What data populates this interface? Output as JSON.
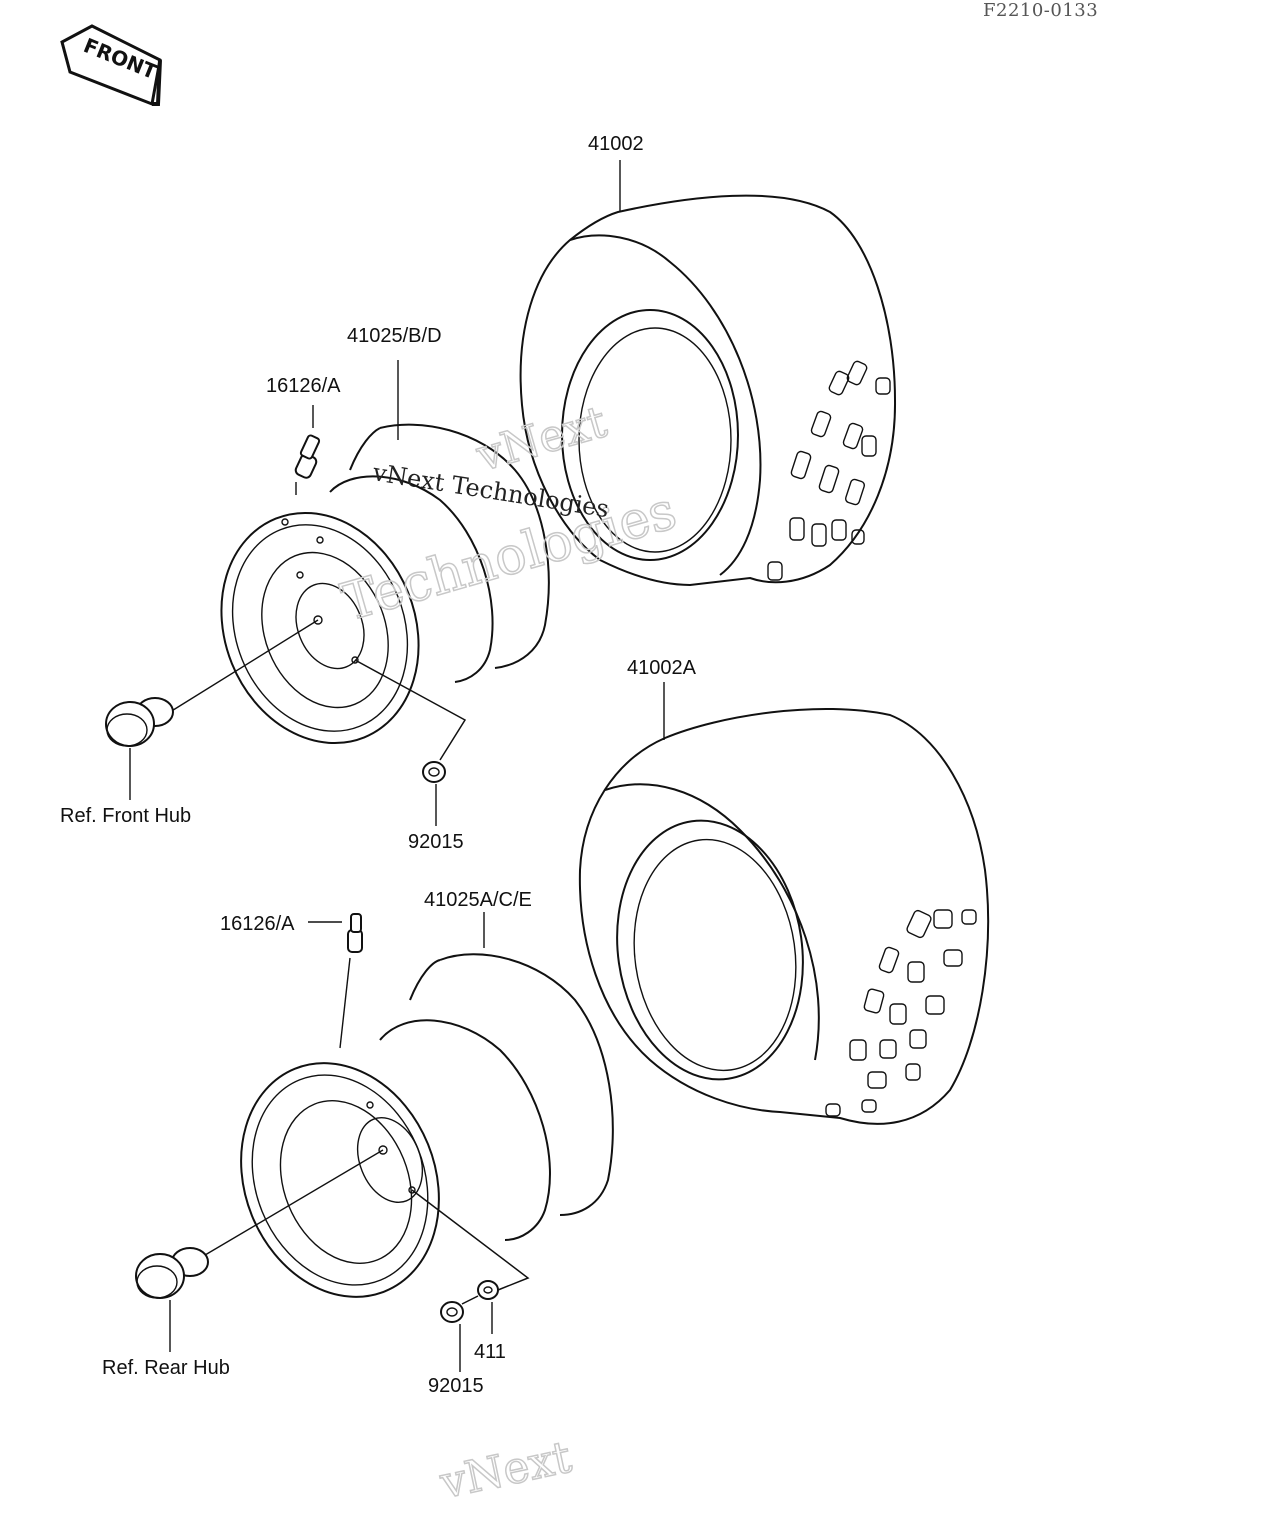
{
  "diagram": {
    "figure_code": "F2210-0133",
    "front_arrow_label": "FRONT",
    "labels": {
      "tire_front": "41002",
      "tire_rear": "41002A",
      "rim_front": "41025/B/D",
      "rim_rear": "41025A/C/E",
      "valve_front": "16126/A",
      "valve_rear": "16126/A",
      "nut_front": "92015",
      "nut_rear": "92015",
      "washer_rear": "411",
      "ref_front_hub": "Ref. Front Hub",
      "ref_rear_hub": "Ref. Rear Hub"
    },
    "watermark": {
      "line1": "vNext",
      "line2": "Technologies",
      "inline": "vNext Technologies",
      "bottom": "vNext"
    }
  }
}
